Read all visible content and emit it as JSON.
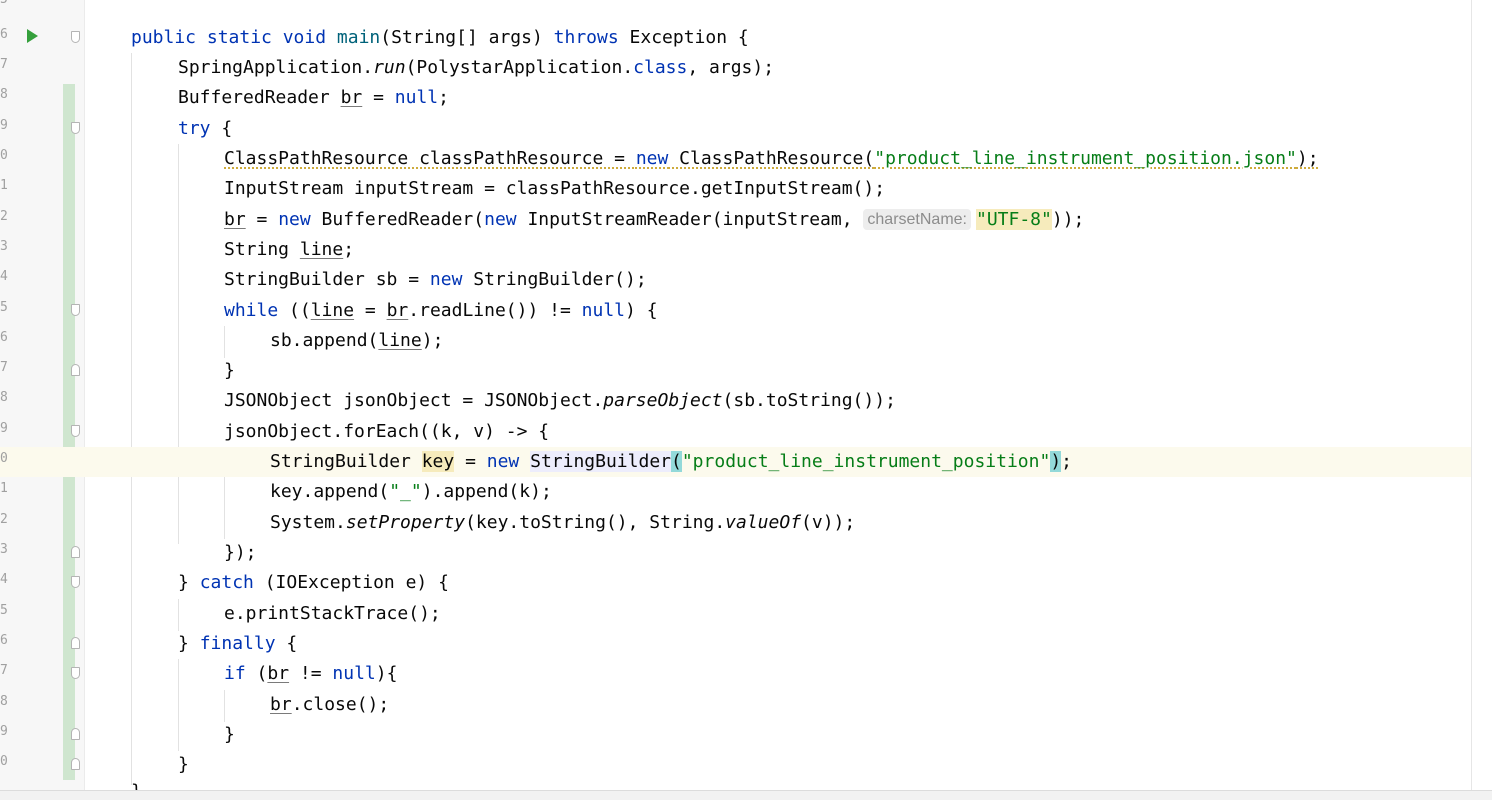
{
  "editor": {
    "hint_label": "charsetName:",
    "partial_line_numbers": [
      "5",
      "6",
      "7",
      "8",
      "9",
      "0",
      "1",
      "2",
      "3",
      "4",
      "5",
      "6",
      "7",
      "8",
      "9",
      "0",
      "1",
      "2",
      "3",
      "4",
      "5",
      "6",
      "7",
      "8",
      "9",
      "0"
    ],
    "lines": {
      "l1_a": "public static void ",
      "l1_b": "main",
      "l1_c": "(String[] args) ",
      "l1_d": "throws",
      "l1_e": " Exception {",
      "l2_a": "SpringApplication.",
      "l2_b": "run",
      "l2_c": "(PolystarApplication.",
      "l2_d": "class",
      "l2_e": ", args);",
      "l3_a": "BufferedReader ",
      "l3_b": "br",
      "l3_c": " = ",
      "l3_d": "null",
      "l3_e": ";",
      "l4_a": "try",
      "l4_b": " {",
      "l5_a": "ClassPathResource classPathResource = ",
      "l5_b": "new",
      "l5_c": " ClassPathResource(",
      "l5_d": "\"product_line_instrument_position.json\"",
      "l5_e": ");",
      "l6": "InputStream inputStream = classPathResource.getInputStream();",
      "l7_a": "br",
      "l7_b": " = ",
      "l7_c": "new",
      "l7_d": " BufferedReader(",
      "l7_e": "new",
      "l7_f": " InputStreamReader(inputStream, ",
      "l7_g": "\"UTF-8\"",
      "l7_h": "));",
      "l8_a": "String ",
      "l8_b": "line",
      "l8_c": ";",
      "l9_a": "StringBuilder sb = ",
      "l9_b": "new",
      "l9_c": " StringBuilder();",
      "l10_a": "while",
      "l10_b": " ((",
      "l10_c": "line",
      "l10_d": " = ",
      "l10_e": "br",
      "l10_f": ".readLine()) != ",
      "l10_g": "null",
      "l10_h": ") {",
      "l11_a": "sb.append(",
      "l11_b": "line",
      "l11_c": ");",
      "l12": "}",
      "l13_a": "JSONObject jsonObject = JSONObject.",
      "l13_b": "parseObject",
      "l13_c": "(sb.toString());",
      "l14": "jsonObject.forEach((k, v) -> {",
      "l15_a": "StringBuilder ",
      "l15_b": "key",
      "l15_c": " = ",
      "l15_d": "new",
      "l15_e": " ",
      "l15_f": "StringBuilder",
      "l15_g": "(",
      "l15_h": "\"product_line_instrument_position\"",
      "l15_i": ")",
      "l15_j": ";",
      "l16_a": "key.append(",
      "l16_b": "\"_\"",
      "l16_c": ").append(k);",
      "l17_a": "System.",
      "l17_b": "setProperty",
      "l17_c": "(key.toString(), String.",
      "l17_d": "valueOf",
      "l17_e": "(v));",
      "l18": "});",
      "l19_a": "} ",
      "l19_b": "catch",
      "l19_c": " (IOException e) {",
      "l20": "e.printStackTrace();",
      "l21_a": "} ",
      "l21_b": "finally",
      "l21_c": " {",
      "l22_a": "if",
      "l22_b": " (",
      "l22_c": "br",
      "l22_d": " != ",
      "l22_e": "null",
      "l22_f": "){",
      "l23_a": "br",
      "l23_b": ".close();",
      "l24": "}",
      "l25": "}",
      "l26": "}"
    }
  }
}
